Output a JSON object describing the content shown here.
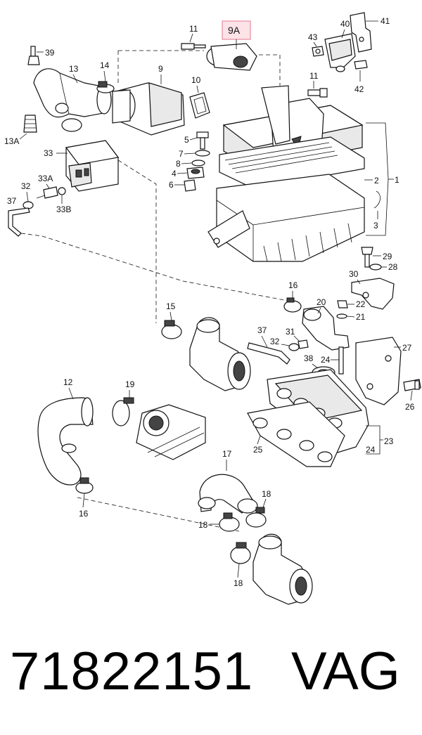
{
  "callouts": {
    "c1": "1",
    "c2": "2",
    "c3": "3",
    "c4": "4",
    "c5": "5",
    "c6": "6",
    "c7": "7",
    "c8": "8",
    "c9": "9",
    "c9a": "9A",
    "c10": "10",
    "c11a": "11",
    "c11b": "11",
    "c12": "12",
    "c13": "13",
    "c13a": "13A",
    "c14": "14",
    "c15": "15",
    "c16a": "16",
    "c16b": "16",
    "c17": "17",
    "c18a": "18",
    "c18b": "18",
    "c18c": "18",
    "c19": "19",
    "c20": "20",
    "c21": "21",
    "c22": "22",
    "c23": "23",
    "c24a": "24",
    "c24b": "24",
    "c25": "25",
    "c26": "26",
    "c27": "27",
    "c28": "28",
    "c29": "29",
    "c30": "30",
    "c31": "31",
    "c32a": "32",
    "c32b": "32",
    "c33": "33",
    "c33a": "33A",
    "c33b": "33B",
    "c37a": "37",
    "c37b": "37",
    "c38": "38",
    "c39": "39",
    "c40": "40",
    "c41": "41",
    "c42": "42",
    "c43": "43"
  },
  "highlight_color": "#fbe3e7",
  "footer": {
    "part_number": "71822151",
    "brand": "VAG"
  }
}
